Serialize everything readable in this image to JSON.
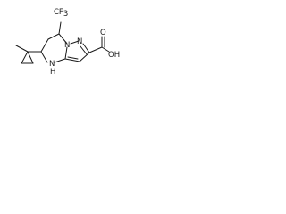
{
  "molecule": {
    "atom_labels": {
      "trifluoromethyl": "CF",
      "trifluoromethyl_subscript": "3",
      "ring_nitrogen_top": "N",
      "ring_nitrogen_bridge": "N",
      "amine_nitrogen": "N",
      "amine_hydrogen": "H",
      "carbonyl_oxygen": "O",
      "hydroxyl_group": "OH"
    },
    "colors": {
      "ink": "#1a1a1a",
      "background": "#ffffff"
    }
  }
}
